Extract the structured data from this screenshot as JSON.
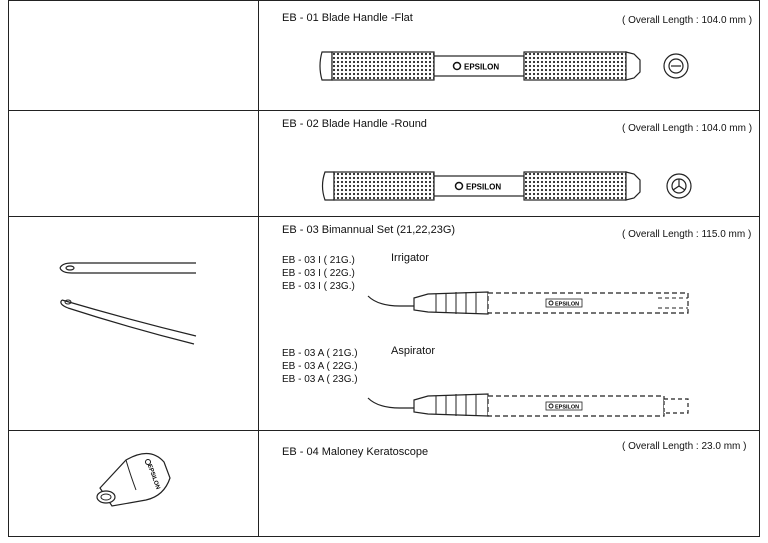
{
  "catalog": {
    "items": [
      {
        "code_title": "EB - 01  Blade Handle -Flat",
        "length": "( Overall Length : 104.0 mm )",
        "brand": "EPSILON"
      },
      {
        "code_title": "EB - 02  Blade Handle -Round",
        "length": "( Overall Length : 104.0 mm )",
        "brand": "EPSILON"
      },
      {
        "code_title": "EB - 03  Bimannual Set (21,22,23G)",
        "length": "( Overall Length : 115.0 mm )",
        "brand": "EPSILON",
        "irrigator": {
          "label": "Irrigator",
          "codes": [
            "EB - 03 I ( 21G.)",
            "EB - 03 I ( 22G.)",
            "EB - 03 I ( 23G.)"
          ]
        },
        "aspirator": {
          "label": "Aspirator",
          "codes": [
            "EB - 03 A ( 21G.)",
            "EB - 03 A ( 22G.)",
            "EB - 03 A ( 23G.)"
          ]
        }
      },
      {
        "code_title": "EB - 04  Maloney Keratoscope",
        "length": "( Overall Length : 23.0 mm )",
        "brand": "EPSILON"
      }
    ]
  }
}
